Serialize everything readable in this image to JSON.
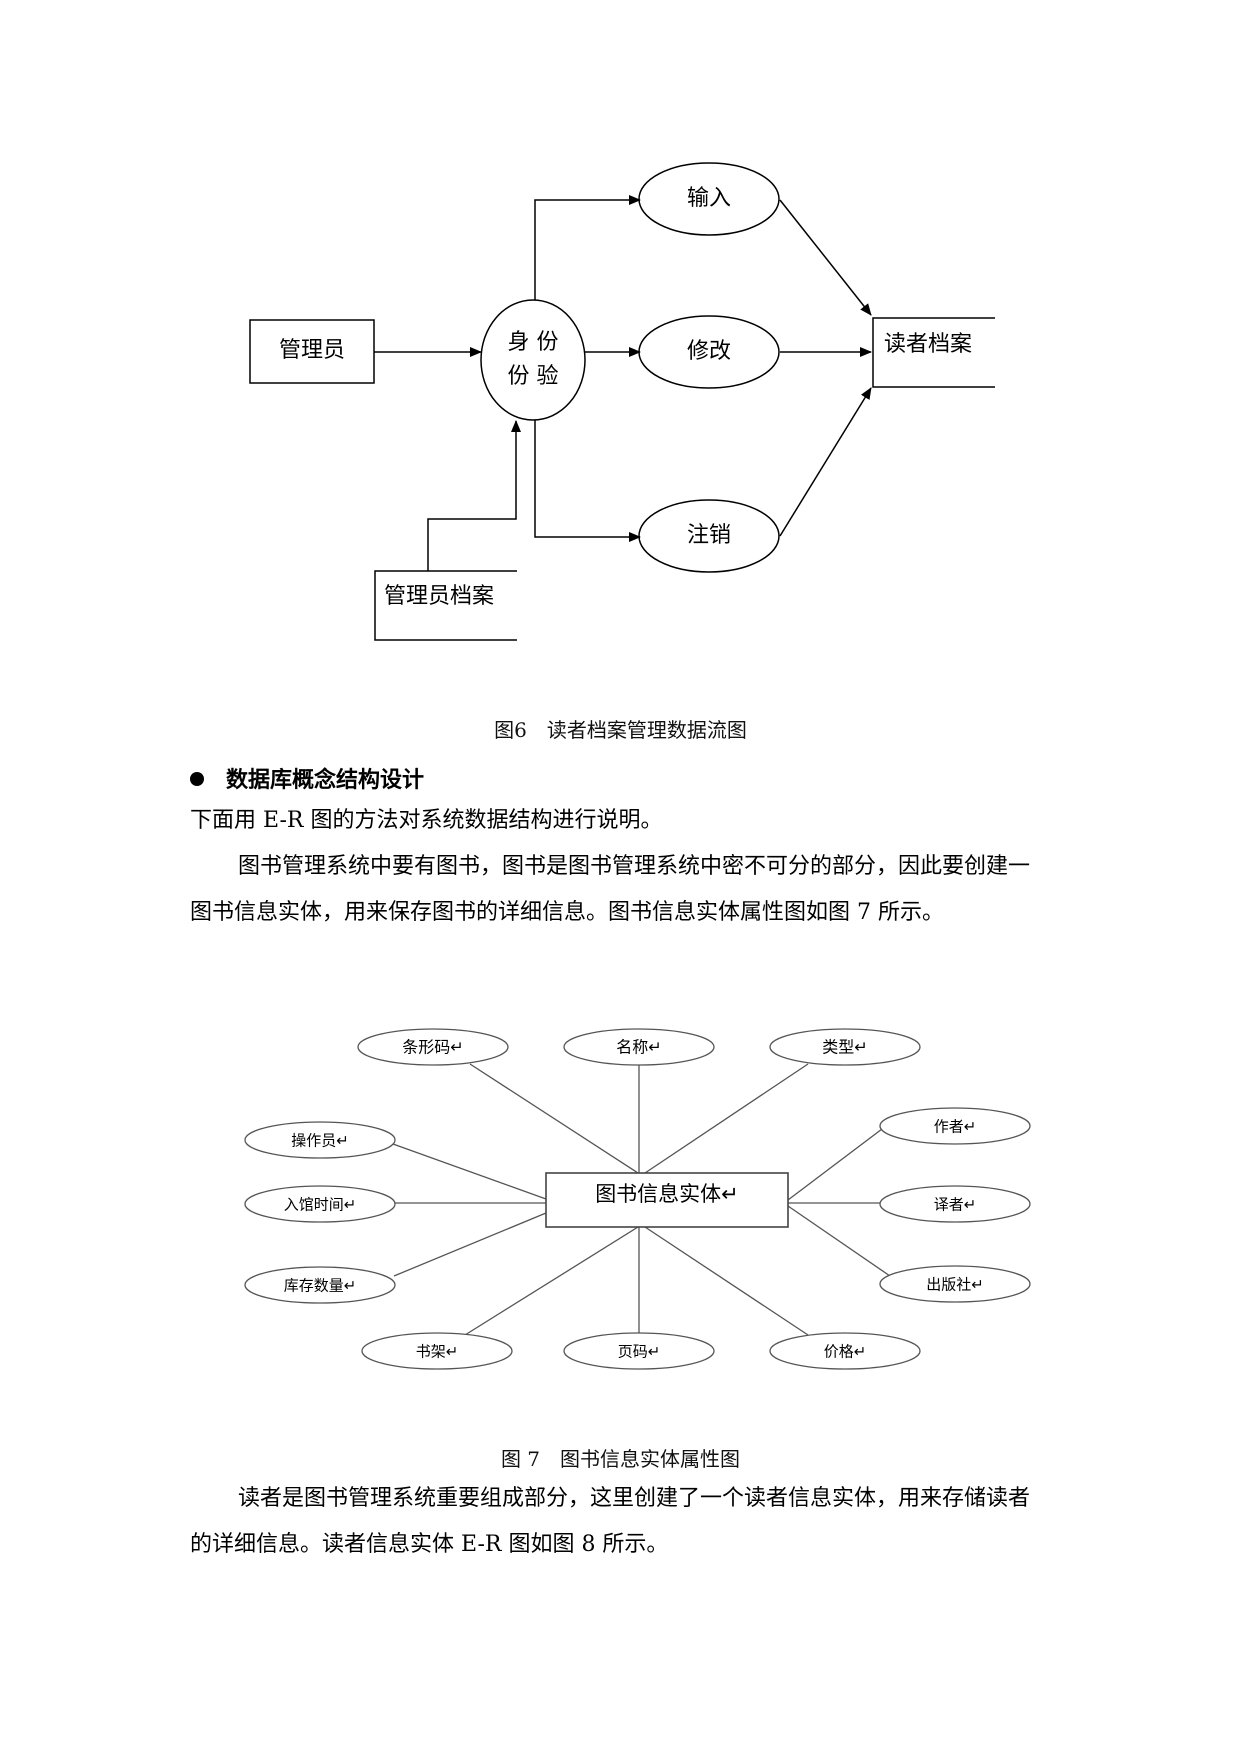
{
  "figure6": {
    "nodes": {
      "admin": "管理员",
      "verify_line1": "身 份",
      "verify_line2": "份 验",
      "input": "输入",
      "modify": "修改",
      "cancel": "注销",
      "reader_file": "读者档案",
      "admin_file": "管理员档案"
    },
    "caption": "图6　读者档案管理数据流图"
  },
  "section_heading": "数据库概念结构设计",
  "paragraph1": "下面用 E-R 图的方法对系统数据结构进行说明。",
  "paragraph2": "图书管理系统中要有图书，图书是图书管理系统中密不可分的部分，因此要创建一图书信息实体，用来保存图书的详细信息。图书信息实体属性图如图 7 所示。",
  "figure7": {
    "entity": "图书信息实体↵",
    "attributes": {
      "barcode": "条形码↵",
      "name": "名称↵",
      "type": "类型↵",
      "operator": "操作员↵",
      "entry_time": "入馆时间↵",
      "stock": "库存数量↵",
      "author": "作者↵",
      "translator": "译者↵",
      "publisher": "出版社↵",
      "shelf": "书架↵",
      "pages": "页码↵",
      "price": "价格↵"
    },
    "caption": "图 7　图书信息实体属性图"
  },
  "paragraph3": "读者是图书管理系统重要组成部分，这里创建了一个读者信息实体，用来存储读者的详细信息。读者信息实体 E-R 图如图 8 所示。"
}
